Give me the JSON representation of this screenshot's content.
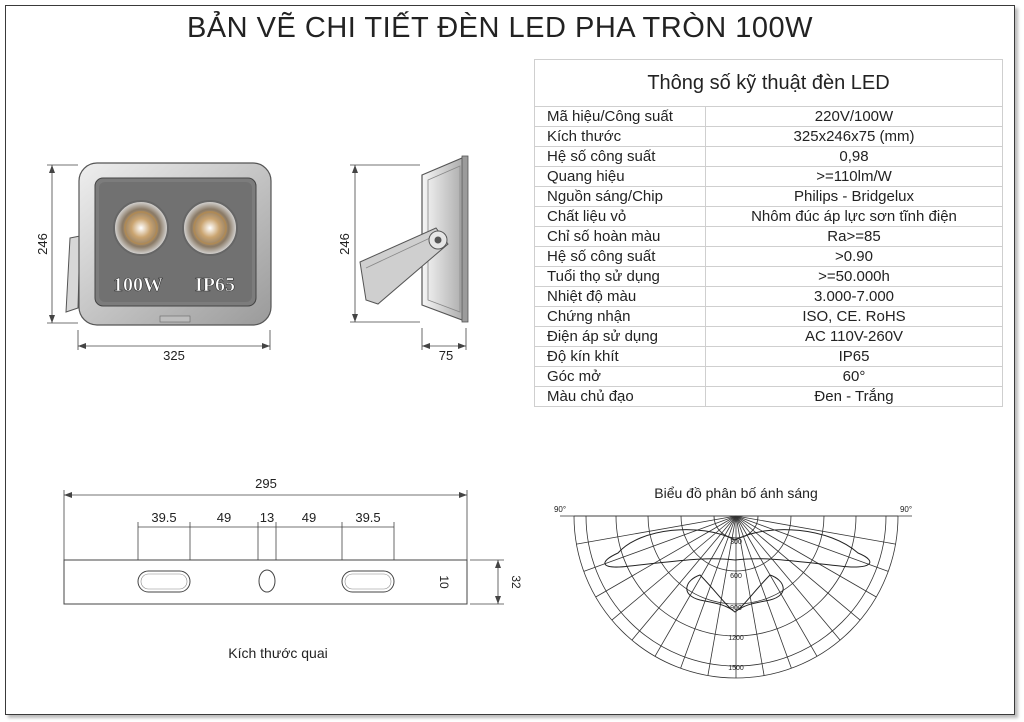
{
  "title": "BẢN VẼ CHI TIẾT ĐÈN LED PHA TRÒN 100W",
  "spec_table": {
    "heading": "Thông số kỹ thuật đèn LED",
    "rows": [
      {
        "label": "Mã hiệu/Công suất",
        "value": "220V/100W"
      },
      {
        "label": "Kích thước",
        "value": "325x246x75 (mm)"
      },
      {
        "label": "Hệ số công suất",
        "value": "0,98"
      },
      {
        "label": "Quang hiệu",
        "value": ">=110lm/W"
      },
      {
        "label": "Nguồn sáng/Chip",
        "value": "Philips - Bridgelux"
      },
      {
        "label": "Chất liệu vỏ",
        "value": "Nhôm đúc áp lực sơn tĩnh điện"
      },
      {
        "label": "Chỉ số hoàn màu",
        "value": "Ra>=85"
      },
      {
        "label": "Hệ số công suất",
        "value": ">0.90"
      },
      {
        "label": "Tuổi thọ sử dụng",
        "value": ">=50.000h"
      },
      {
        "label": "Nhiệt độ màu",
        "value": "3.000-7.000"
      },
      {
        "label": "Chứng nhận",
        "value": "ISO, CE. RoHS"
      },
      {
        "label": "Điện áp sử dụng",
        "value": "AC 110V-260V"
      },
      {
        "label": "Độ kín khít",
        "value": "IP65"
      },
      {
        "label": "Góc mở",
        "value": "60°"
      },
      {
        "label": "Màu chủ đạo",
        "value": "Đen - Trắng"
      }
    ]
  },
  "front_view": {
    "width_label": "325",
    "height_label": "246",
    "badge_power": "100W",
    "badge_ip": "IP65"
  },
  "side_view": {
    "height_label": "246",
    "depth_label": "75"
  },
  "bracket": {
    "total_label": "295",
    "segments": [
      "39.5",
      "49",
      "13",
      "49",
      "39.5"
    ],
    "slot_height_label": "10",
    "bracket_height_label": "32",
    "caption": "Kích thước quai"
  },
  "polar_chart": {
    "title": "Biểu đồ phân bố ánh sáng",
    "angle_left": "90°",
    "angle_right": "90°",
    "ring_labels": [
      "300",
      "600",
      "900",
      "1200",
      "1500"
    ]
  }
}
